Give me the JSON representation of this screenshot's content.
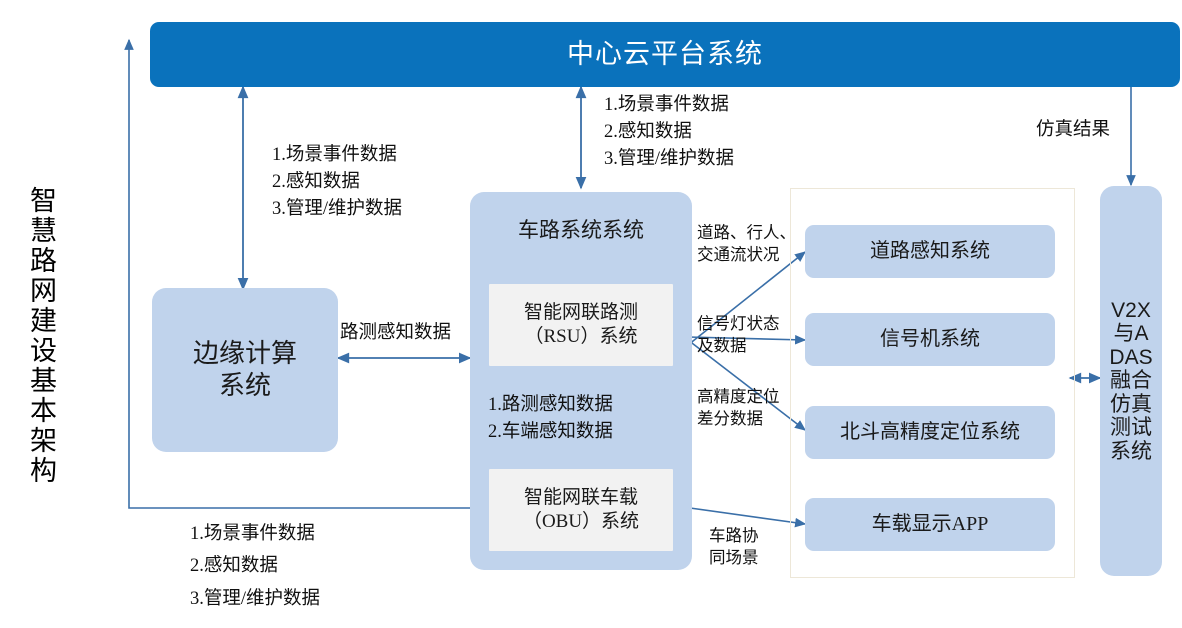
{
  "diagram": {
    "vertical_title": "智慧路网建设基本架构",
    "header": {
      "label": "中心云平台系统"
    },
    "nodes": {
      "edge_computing": "边缘计算\n系统",
      "vehicle_road_group": "车路系统系统",
      "rsu": "智能网联路测\n（RSU）系统",
      "obu": "智能网联车载\n（OBU）系统",
      "road_sensing": "道路感知系统",
      "signal_controller": "信号机系统",
      "beidou_positioning": "北斗高精度定位系统",
      "vehicle_display_app": "车载显示APP",
      "v2x_adas": "V2X与ADAS融合仿真测试系统"
    },
    "edge_labels": {
      "cloud_to_edge": "1.场景事件数据\n2.感知数据\n3.管理/维护数据",
      "cloud_to_vehicleroad": "1.场景事件数据\n2.感知数据\n3.管理/维护数据",
      "bottom_left_flow": "1.场景事件数据\n2.感知数据\n3.管理/维护数据",
      "edge_to_rsu": "路测感知数据",
      "rsu_to_obu": "1.路测感知数据\n2.车端感知数据",
      "road_pedestrian_traffic": "道路、行人、\n交通流状况",
      "signal_state_data": "信号灯状态\n及数据",
      "high_precision_diff": "高精度定位\n差分数据",
      "cooperative_scene": "车路协\n同场景",
      "simulation_result": "仿真结果"
    },
    "colors": {
      "header_blue": "#0A72BC",
      "node_light_blue": "#C0D3EC",
      "inner_gray": "#F2F2F2",
      "arrow_blue": "#3A6FA8",
      "frame_cream": "#EDE7D8"
    }
  }
}
